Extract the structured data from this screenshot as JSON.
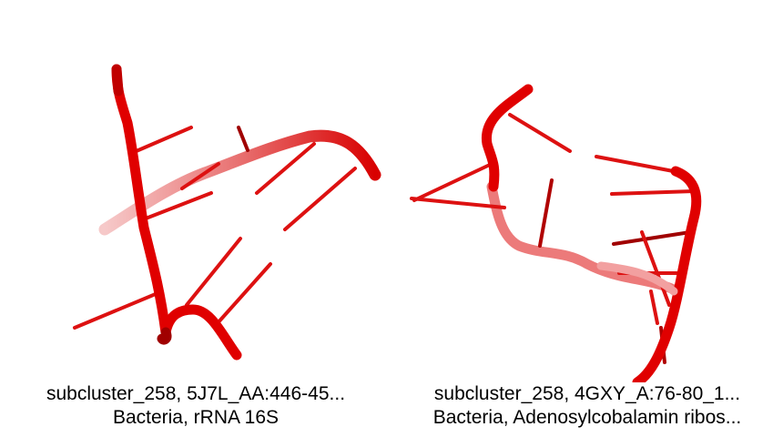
{
  "panels": [
    {
      "caption_line1": "subcluster_258, 5J7L_AA:446-45...",
      "caption_line2": "Bacteria, rRNA 16S"
    },
    {
      "caption_line1": "subcluster_258, 4GXY_A:76-80_1...",
      "caption_line2": "Bacteria, Adenosylcobalamin ribos..."
    }
  ],
  "colors": {
    "backbone": "#e00000",
    "backbone_dark": "#b00000",
    "backbone_faded": "#f09090",
    "base": "#dd1111"
  }
}
